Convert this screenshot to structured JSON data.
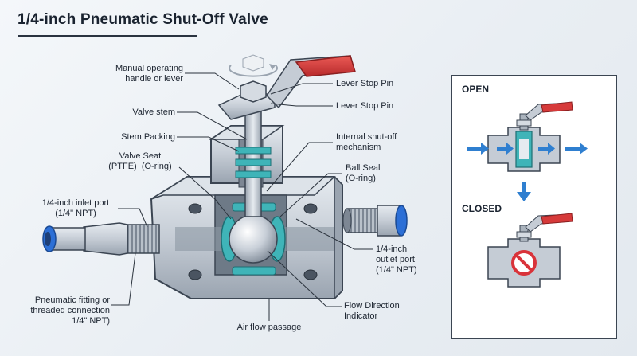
{
  "title": "1/4-inch Pneumatic Shut-Off Valve",
  "labels": {
    "handle": "Manual operating\nhandle or lever",
    "lever_stop_pin_1": "Lever Stop Pin",
    "lever_stop_pin_2": "Lever Stop Pin",
    "valve_stem": "Valve stem",
    "stem_packing": "Stem Packing",
    "valve_seat": "Valve Seat\n(PTFE)  (O-ring)",
    "internal_shutoff": "Internal shut-off\nmechanism",
    "ball_seal": "Ball Seal\n(O-ring)",
    "inlet_port": "1/4-inch inlet port\n(1/4\" NPT)",
    "outlet_port": "1/4-inch\noutlet port\n(1/4\" NPT)",
    "fitting": "Pneumatic fitting or\nthreaded connection\n1/4\" NPT)",
    "air_flow": "Air flow passage",
    "flow_direction": "Flow Direction\nIndicator"
  },
  "inset": {
    "open_label": "OPEN",
    "closed_label": "CLOSED"
  },
  "colors": {
    "handle_red": "#d63a3a",
    "steel": "#c9d0d8",
    "steel_dark": "#8d97a3",
    "seal_teal": "#3fb4b8",
    "port_blue": "#2c6fd6",
    "flow_arrow": "#2f7fd0",
    "blocked_red": "#d9333a"
  },
  "icons": [
    "rotate-arrow-icon",
    "flow-arrow-icon",
    "down-arrow-icon",
    "no-entry-icon"
  ]
}
